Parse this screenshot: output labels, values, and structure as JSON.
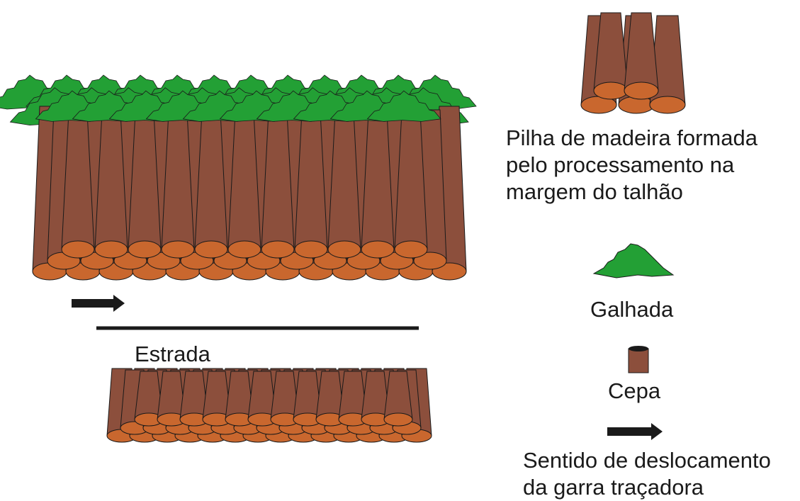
{
  "diagram": {
    "labels": {
      "estrada": "Estrada",
      "pile": "Pilha de madeira formada\npelo processamento na\nmargem do talhão",
      "galhada": "Galhada",
      "cepa": "Cepa",
      "sentido": "Sentido de deslocamento\nda garra traçadora"
    },
    "legend": [
      {
        "icon": "log-pile-icon",
        "label_key": "pile"
      },
      {
        "icon": "branch-pile-icon",
        "label_key": "galhada"
      },
      {
        "icon": "stump-icon",
        "label_key": "cepa"
      },
      {
        "icon": "arrow-right-icon",
        "label_key": "sentido"
      }
    ],
    "colors": {
      "trunk": "#8c4f3c",
      "log_end": "#c9672e",
      "foliage": "#23a035",
      "outline": "#1a1a1a",
      "arrow": "#1a1a1a",
      "road": "#1a1a1a"
    }
  }
}
